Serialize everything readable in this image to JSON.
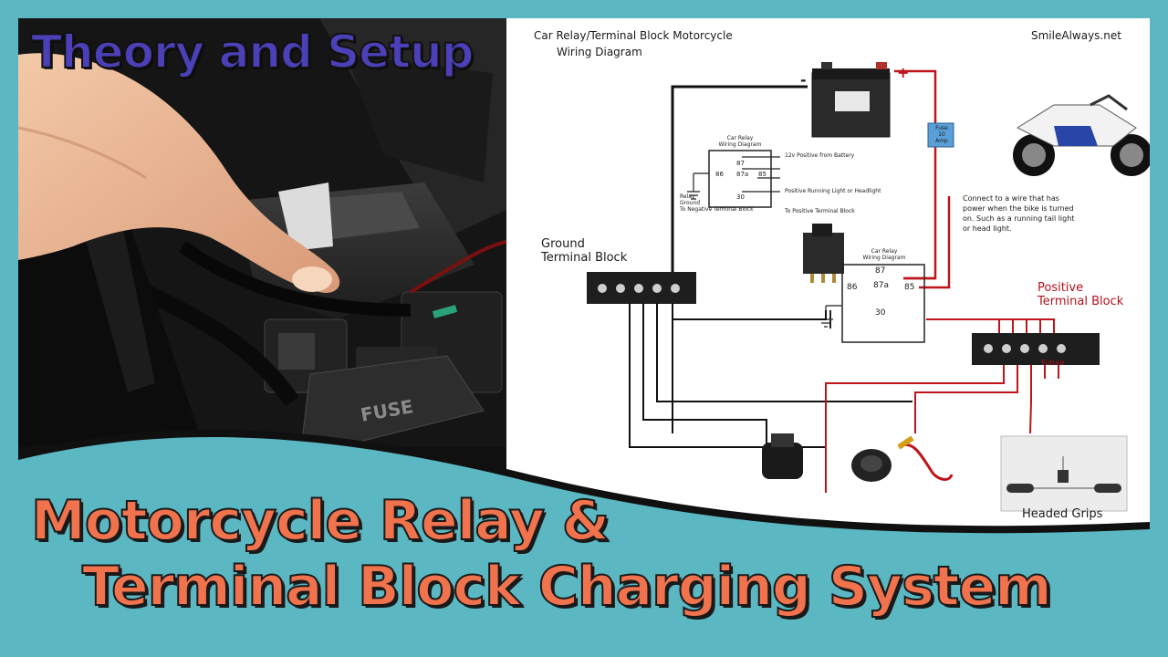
{
  "photo": {
    "title": "Theory and Setup",
    "fuse_label": "FUSE"
  },
  "diagram": {
    "title_line1": "Car Relay/Terminal Block Motorcycle",
    "title_line2": "Wiring Diagram",
    "site": "SmileAlways.net",
    "battery_minus": "-",
    "battery_plus": "+",
    "fuse_label": "Fuse\n10\nAmp",
    "relay_small": {
      "title": "Car Relay\nWiring Diagram",
      "pins": [
        "87",
        "87a",
        "86",
        "85",
        "30"
      ],
      "note_30": "12v Positive from Battery",
      "note_85": "Positive Running Light or Headlight",
      "note_87": "To Positive Terminal Block",
      "ground_note": "Relay\nGround\nTo Negative Terminal Block"
    },
    "relay_large": {
      "title": "Car Relay\nWiring Diagram",
      "pins": [
        "87",
        "87a",
        "86",
        "85",
        "30"
      ]
    },
    "connect_note": "Connect to a wire that has\npower when the bike is turned\non. Such as a running tail light\nor head light.",
    "ground_block_label": "Ground\nTerminal Block",
    "positive_block_label": "Positive\nTerminal Block",
    "future_label": "Future",
    "heated_grips_label": "Headed Grips"
  },
  "headline": {
    "line1": "Motorcycle Relay &",
    "line2": "Terminal Block Charging System"
  },
  "colors": {
    "border": "#5bb7c2",
    "headline": "#f0734d",
    "wire_red": "#c0141b",
    "title_purple": "#4b40b8"
  }
}
